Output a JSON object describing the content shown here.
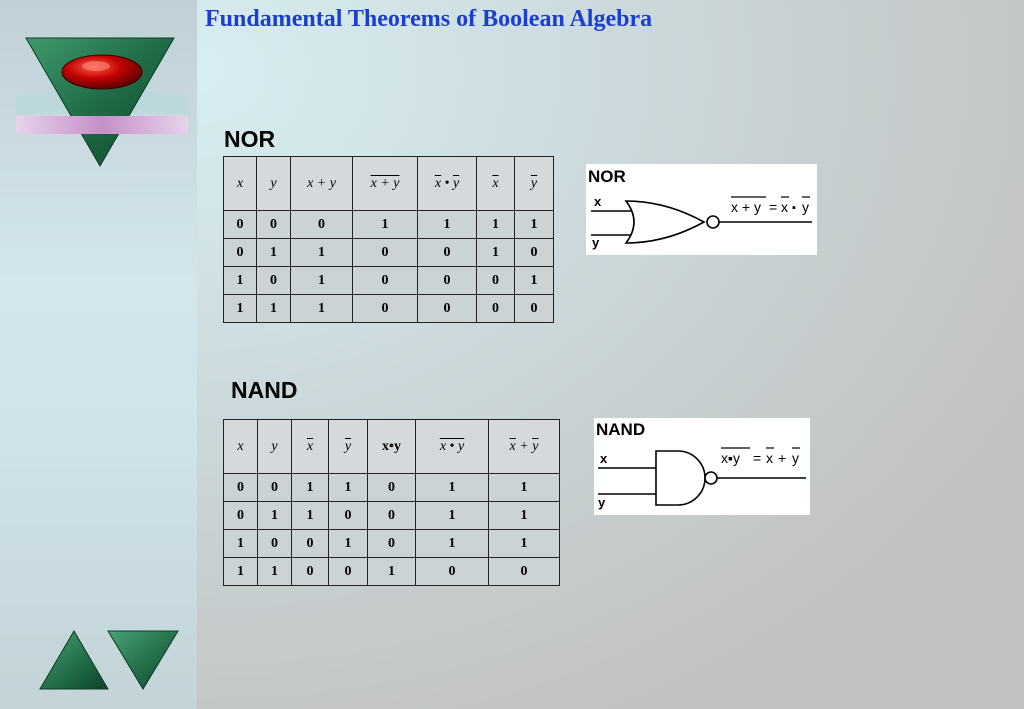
{
  "title": "Fundamental Theorems of Boolean Algebra",
  "nor": {
    "label": "NOR",
    "headers": [
      "x",
      "y",
      "x + y",
      "x + y",
      "x • y",
      "x",
      "y"
    ],
    "rows": [
      [
        "0",
        "0",
        "0",
        "1",
        "1",
        "1",
        "1"
      ],
      [
        "0",
        "1",
        "1",
        "0",
        "0",
        "1",
        "0"
      ],
      [
        "1",
        "0",
        "1",
        "0",
        "0",
        "0",
        "1"
      ],
      [
        "1",
        "1",
        "1",
        "0",
        "0",
        "0",
        "0"
      ]
    ],
    "gate": {
      "label": "NOR",
      "input_x": "x",
      "input_y": "y",
      "equation_lhs": "x + y",
      "equation_eq": "=",
      "equation_rhs_a": "x",
      "equation_op": "▪",
      "equation_rhs_b": "y"
    }
  },
  "nand": {
    "label": "NAND",
    "headers": [
      "x",
      "y",
      "x",
      "y",
      "x•y",
      "x • y",
      "x + y"
    ],
    "rows": [
      [
        "0",
        "0",
        "1",
        "1",
        "0",
        "1",
        "1"
      ],
      [
        "0",
        "1",
        "1",
        "0",
        "0",
        "1",
        "1"
      ],
      [
        "1",
        "0",
        "0",
        "1",
        "0",
        "1",
        "1"
      ],
      [
        "1",
        "1",
        "0",
        "0",
        "1",
        "0",
        "0"
      ]
    ],
    "gate": {
      "label": "NAND",
      "input_x": "x",
      "input_y": "y",
      "equation_lhs": "x▪y",
      "equation_eq": "=",
      "equation_rhs_a": "x",
      "equation_op": "+",
      "equation_rhs_b": "y"
    }
  },
  "colors": {
    "title": "#1a3fd0",
    "gem_green": "#1f6b45",
    "gem_red": "#b00000",
    "band_pink": "#c9a0cc"
  },
  "icons": {
    "logo": "emerald-gem-triangle-icon",
    "prev": "prev-triangle-icon",
    "next": "next-triangle-icon"
  }
}
